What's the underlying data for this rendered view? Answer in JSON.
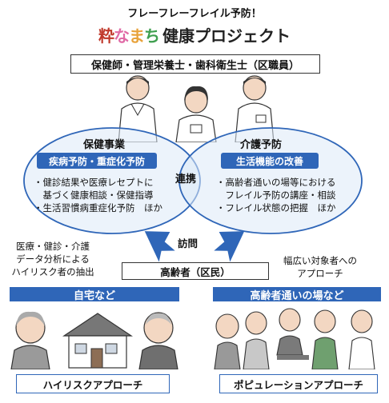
{
  "header": {
    "subtitle": "フレーフレーフレイル予防！",
    "logo_text": [
      "粋",
      "な",
      "ま",
      "ち"
    ],
    "title": "健康プロジェクト"
  },
  "staff_label": "保健師・管理栄養士・歯科衛生士（区職員）",
  "health": {
    "heading": "保健事業",
    "pill": "疾病予防・重症化予防",
    "items": [
      "・健診結果や医療レセプトに",
      "　基づく健康相談・保健指導",
      "・生活習慣病重症化予防　ほか"
    ]
  },
  "care": {
    "heading": "介護予防",
    "pill": "生活機能の改善",
    "items": [
      "・高齢者通いの場等における",
      "　フレイル予防の講座・相談",
      "・フレイル状態の把握　ほか"
    ]
  },
  "center": {
    "link": "連携",
    "visit": "訪問"
  },
  "left_note": [
    "医療・健診・介護",
    "データ分析による",
    "ハイリスク者の抽出"
  ],
  "right_note": [
    "幅広い対象者への",
    "アプローチ"
  ],
  "elderly_label": "高齢者（区民）",
  "left_banner": "自宅など",
  "right_banner": "高齢者通いの場など",
  "left_approach": "ハイリスクアプローチ",
  "right_approach": "ポピュレーションアプローチ",
  "colors": {
    "accent_blue": "#2f66b8",
    "ellipse_fill": "#dceaf7",
    "ellipse_stroke": "#2f66b8"
  }
}
